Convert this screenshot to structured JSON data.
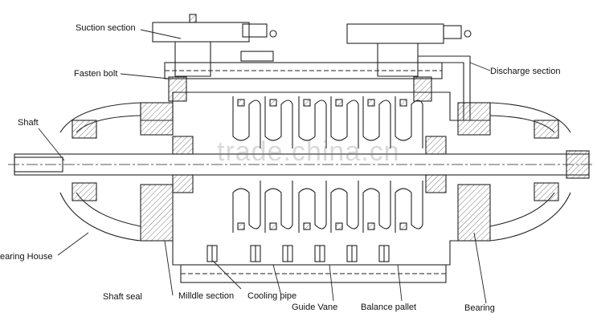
{
  "labels": {
    "suction_section": "Suction section",
    "fasten_bolt": "Fasten bolt",
    "discharge_section": "Discharge section",
    "shaft": "Shaft",
    "bearing_house": "earing House",
    "shaft_seal": "Shaft seal",
    "middle_section": "Milldle section",
    "cooling_pipe": "Cooling pipe",
    "guide_vane": "Guide Vane",
    "balance_pallet": "Balance pallet",
    "bearing": "Bearing"
  },
  "watermark": "trade.china.cn",
  "colors": {
    "line": "#222222",
    "hatch": "#555555",
    "background": "#ffffff"
  }
}
